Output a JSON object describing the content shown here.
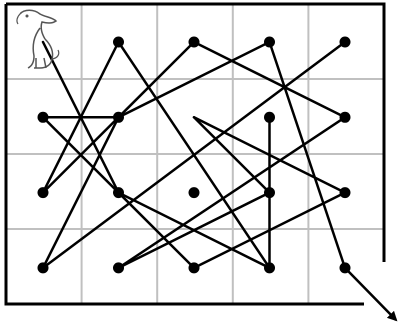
{
  "puzzle": {
    "type": "dot-connecting grid puzzle (knight-move path)",
    "grid": {
      "columns": 5,
      "rows": 4,
      "line_color": "#c0c0c0"
    },
    "colors": {
      "frame": "#000000",
      "path": "#000000",
      "dot": "#000000",
      "arrow": "#000000",
      "background": "#ffffff"
    },
    "start_icon": "dog-icon",
    "exit_icon": "arrow-exit-icon",
    "dots": [
      {
        "col": 1,
        "row": 0
      },
      {
        "col": 2,
        "row": 0
      },
      {
        "col": 3,
        "row": 0
      },
      {
        "col": 4,
        "row": 0
      },
      {
        "col": 0,
        "row": 1
      },
      {
        "col": 1,
        "row": 1
      },
      {
        "col": 3,
        "row": 1
      },
      {
        "col": 4,
        "row": 1
      },
      {
        "col": 0,
        "row": 2
      },
      {
        "col": 1,
        "row": 2
      },
      {
        "col": 2,
        "row": 2
      },
      {
        "col": 3,
        "row": 2
      },
      {
        "col": 4,
        "row": 2
      },
      {
        "col": 0,
        "row": 3
      },
      {
        "col": 1,
        "row": 3
      },
      {
        "col": 2,
        "row": 3
      },
      {
        "col": 3,
        "row": 3
      },
      {
        "col": 4,
        "row": 3
      }
    ],
    "path": [
      {
        "col": 0,
        "row": 0
      },
      {
        "col": 1,
        "row": 2
      },
      {
        "col": 3,
        "row": 3
      },
      {
        "col": 1,
        "row": 0
      },
      {
        "col": 0,
        "row": 2
      },
      {
        "col": 2,
        "row": 0
      },
      {
        "col": 4,
        "row": 1
      },
      {
        "col": 1,
        "row": 3
      },
      {
        "col": 3,
        "row": 2
      },
      {
        "col": 2,
        "row": 1
      },
      {
        "col": 4,
        "row": 2
      },
      {
        "col": 2,
        "row": 3
      },
      {
        "col": 0,
        "row": 1
      },
      {
        "col": 1,
        "row": 1
      },
      {
        "col": 3,
        "row": 0
      },
      {
        "col": 4,
        "row": 3
      }
    ],
    "exit_path": [
      {
        "col": 4,
        "row": 3
      },
      {
        "col": 4.5,
        "row": 3.9
      }
    ],
    "extra_segments": [
      [
        {
          "col": 0,
          "row": 3
        },
        {
          "col": 4,
          "row": 0
        }
      ],
      [
        {
          "col": 0,
          "row": 3
        },
        {
          "col": 1,
          "row": 1
        }
      ],
      [
        {
          "col": 3,
          "row": 3
        },
        {
          "col": 3,
          "row": 1
        }
      ]
    ]
  }
}
